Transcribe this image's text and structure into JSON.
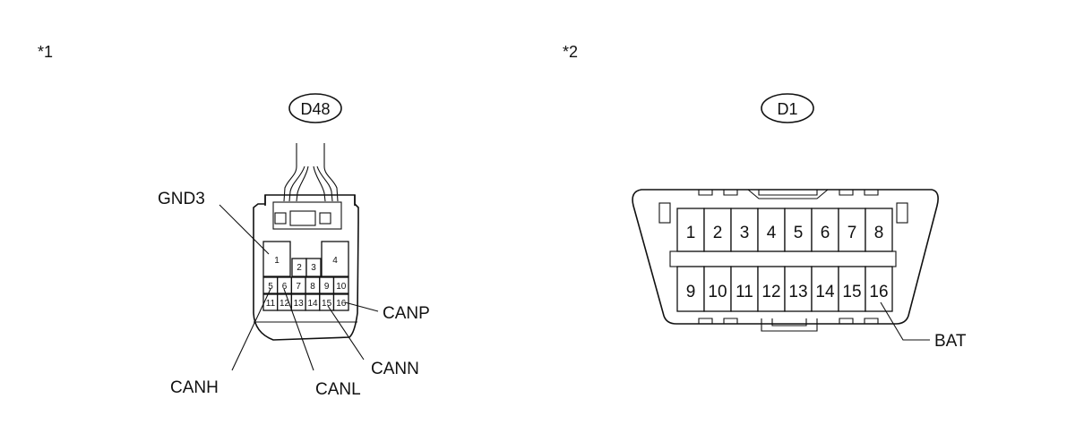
{
  "figures": [
    {
      "marker": "*1",
      "connector_id": "D48",
      "pins_row1": [
        "1",
        "2",
        "3",
        "4"
      ],
      "pins_row2": [
        "5",
        "6",
        "7",
        "8",
        "9",
        "10"
      ],
      "pins_row3": [
        "11",
        "12",
        "13",
        "14",
        "15",
        "16"
      ],
      "labels": {
        "gnd3": "GND3",
        "canp": "CANP",
        "canh": "CANH",
        "canl": "CANL",
        "cann": "CANN"
      }
    },
    {
      "marker": "*2",
      "connector_id": "D1",
      "pins_top": [
        "1",
        "2",
        "3",
        "4",
        "5",
        "6",
        "7",
        "8"
      ],
      "pins_bottom": [
        "9",
        "10",
        "11",
        "12",
        "13",
        "14",
        "15",
        "16"
      ],
      "labels": {
        "bat": "BAT"
      }
    }
  ]
}
